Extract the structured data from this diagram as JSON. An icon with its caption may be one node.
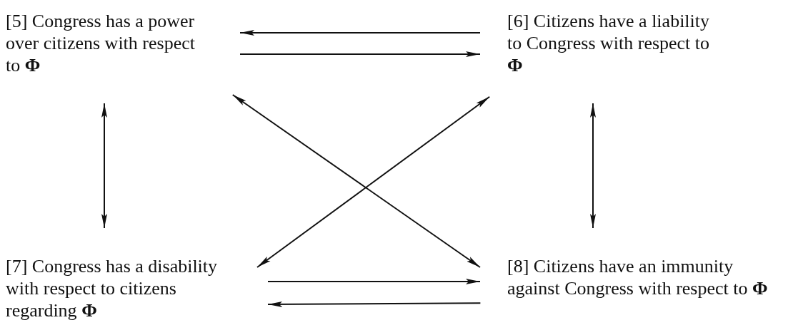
{
  "diagram": {
    "nodes": [
      {
        "text": [
          "[5] Congress has a power over citizens with respect to **Φ**"
        ]
      },
      {
        "text": [
          "[6] Citizens have a liability to Congress with respect to **Φ**"
        ]
      },
      {
        "text": [
          "[7] Congress has a disability with respect to citizens regarding **Φ**"
        ]
      },
      {
        "text": [
          "[8] Citizens have an immunity against Congress with respect to **Φ**"
        ]
      }
    ],
    "edges": [
      {
        "from": 1,
        "to": 0,
        "arrow": "to"
      },
      {
        "from": 0,
        "to": 1,
        "arrow": "to"
      },
      {
        "from": 0,
        "to": 2,
        "arrow": "both"
      },
      {
        "from": 1,
        "to": 3,
        "arrow": "both"
      },
      {
        "from": 0,
        "to": 3,
        "arrow": "both"
      },
      {
        "from": 1,
        "to": 2,
        "arrow": "both"
      },
      {
        "from": 2,
        "to": 3,
        "arrow": "to"
      },
      {
        "from": 3,
        "to": 2,
        "arrow": "to"
      }
    ]
  }
}
